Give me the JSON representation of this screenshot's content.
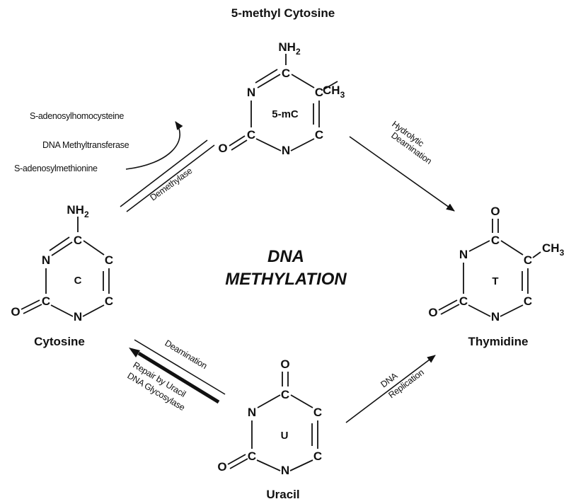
{
  "diagram_title": [
    "DNA",
    "METHYLATION"
  ],
  "molecules": {
    "methylcytosine": {
      "name": "5-methyl Cytosine",
      "ring_label": "5-mC",
      "atoms": {
        "n1": "N",
        "c2": "C",
        "o": "O",
        "n3": "N",
        "c4": "C",
        "c5": "C",
        "c6": "C",
        "nh": "NH",
        "nh_sub": "2",
        "ch": "CH",
        "ch_sub": "3"
      }
    },
    "cytosine": {
      "name": "Cytosine",
      "ring_label": "C",
      "atoms": {
        "n1": "N",
        "c2": "C",
        "o": "O",
        "n3": "N",
        "c4": "C",
        "c5": "C",
        "c6": "C",
        "nh": "NH",
        "nh_sub": "2"
      }
    },
    "thymidine": {
      "name": "Thymidine",
      "ring_label": "T",
      "atoms": {
        "n1": "N",
        "c2": "C",
        "o_top": "O",
        "o_bottom": "O",
        "n3": "N",
        "c4": "C",
        "c5": "C",
        "c6": "C",
        "ch": "CH",
        "ch_sub": "3"
      }
    },
    "uracil": {
      "name": "Uracil",
      "ring_label": "U",
      "atoms": {
        "n1": "N",
        "c2": "C",
        "o_top": "O",
        "o_bottom": "O",
        "n3": "N",
        "c4": "C",
        "c5": "C",
        "c6": "C"
      }
    }
  },
  "reactions": {
    "methylation_donor": "S-adenosylmethionine",
    "methylation_product": "S-adenosylhomocysteine",
    "methyltransferase": "DNA Methyltransferase",
    "demethylase": "Demethylase",
    "hydrolytic_deamination": [
      "Hydrolytic",
      "Deamination"
    ],
    "deamination": "Deamination",
    "repair": [
      "Repair by Uracil",
      "DNA Glycosylase"
    ],
    "replication": [
      "DNA",
      "Replication"
    ]
  }
}
